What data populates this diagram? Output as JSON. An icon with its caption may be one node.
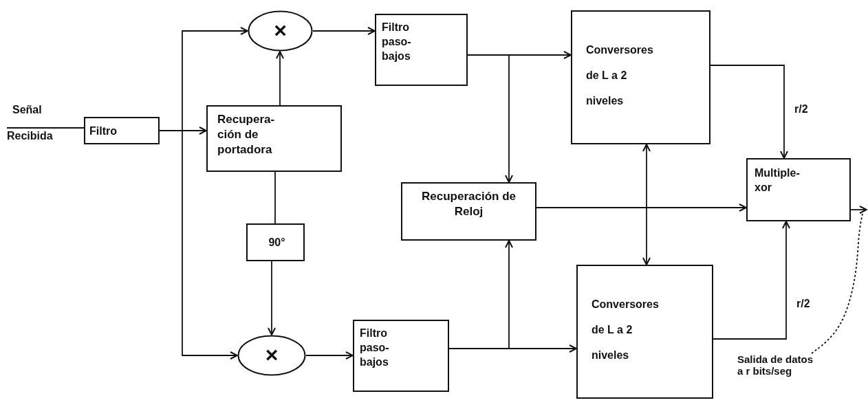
{
  "diagram": {
    "nodes": [
      {
        "text": [
          "Señal",
          "Recibida"
        ]
      },
      {
        "text": [
          "Filtro"
        ]
      },
      {
        "text": [
          "×"
        ]
      },
      {
        "text": [
          "Recupera- ción de portadora"
        ]
      },
      {
        "text": [
          "90°"
        ]
      },
      {
        "text": [
          "×"
        ]
      },
      {
        "text": [
          "Filtro paso- bajos"
        ]
      },
      {
        "text": [
          "Filtro paso- bajos"
        ]
      },
      {
        "text": [
          "Recuperación de Reloj"
        ]
      },
      {
        "text": [
          "Conversores de L a 2 niveles"
        ]
      },
      {
        "text": [
          "Conversores de L a 2 niveles"
        ]
      },
      {
        "text": [
          "Multiple- xor"
        ]
      },
      {
        "text": [
          "Salida de datos a r bits/seg"
        ]
      }
    ],
    "edges": [
      {
        "from": 0,
        "to": 1,
        "arrow": "none"
      },
      {
        "from": 1,
        "to": 3,
        "arrow": "to"
      },
      {
        "from": 1,
        "to": 2,
        "arrow": "to"
      },
      {
        "from": 1,
        "to": 5,
        "arrow": "to"
      },
      {
        "from": 3,
        "to": 2,
        "arrow": "to"
      },
      {
        "from": 3,
        "to": 4,
        "arrow": "none"
      },
      {
        "from": 4,
        "to": 5,
        "arrow": "to"
      },
      {
        "from": 2,
        "to": 6,
        "arrow": "to"
      },
      {
        "from": 5,
        "to": 7,
        "arrow": "to"
      },
      {
        "from": 6,
        "to": 9,
        "arrow": "to"
      },
      {
        "from": 6,
        "to": 8,
        "arrow": "to"
      },
      {
        "from": 7,
        "to": 10,
        "arrow": "to"
      },
      {
        "from": 7,
        "to": 8,
        "arrow": "to"
      },
      {
        "from": 8,
        "to": 11,
        "arrow": "to"
      },
      {
        "from": 9,
        "to": 10,
        "arrow": "both"
      },
      {
        "from": 9,
        "to": 11,
        "arrow": "to",
        "label": "r/2"
      },
      {
        "from": 10,
        "to": 11,
        "arrow": "to",
        "label": "r/2"
      },
      {
        "from": 11,
        "to": null,
        "arrow": "to"
      },
      {
        "from": 12,
        "to": null,
        "arrow": "none",
        "style": "dashed"
      }
    ]
  }
}
